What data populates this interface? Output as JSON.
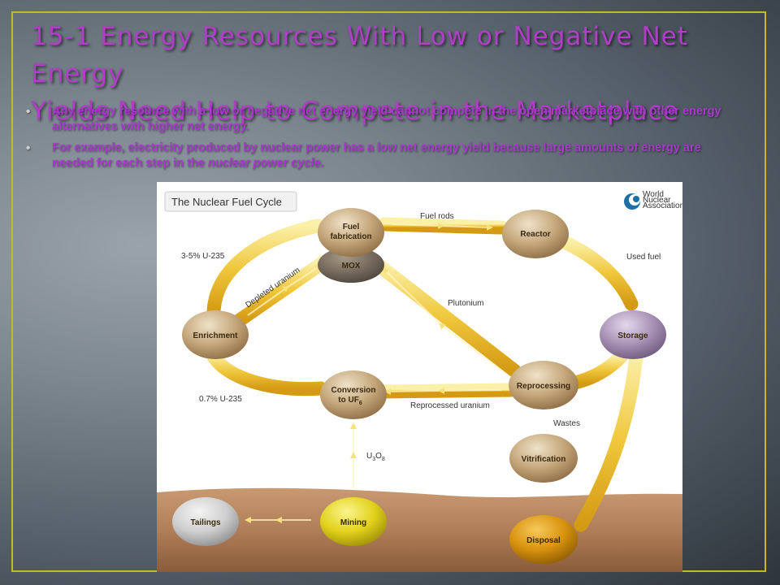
{
  "slide": {
    "title_line1": "15-1 Energy Resources With Low or Negative Net Energy",
    "title_line2": "Yields Need Help to Compete in the Marketplace",
    "bullet1": "Any energy resource with a low or negative net energy yield cannot compete in the open marketplace with other energy alternatives with higher net energy.",
    "bullet2_start": "For example, electricity produced by nuclear power has a low net energy yield because large amounts of energy are needed for each step in the ",
    "bullet2_italic": "nuclear power cycle",
    "bullet2_end": ".",
    "bullet_glyph": "•"
  },
  "diagram": {
    "title": "The Nuclear Fuel Cycle",
    "logo_text": [
      "World",
      "Nuclear",
      "Association"
    ],
    "nodes": {
      "fabrication": [
        "Fuel",
        "fabrication"
      ],
      "mox": "MOX",
      "reactor": "Reactor",
      "storage": "Storage",
      "enrichment": "Enrichment",
      "conversion": [
        "Conversion",
        "to UF"
      ],
      "conversion_sub": "6",
      "reprocessing": "Reprocessing",
      "vitrification": "Vitrification",
      "mining": "Mining",
      "tailings": "Tailings",
      "disposal": "Disposal"
    },
    "labels": {
      "fuel_rods": "Fuel rods",
      "used_fuel": "Used fuel",
      "u235_high": "3-5% U-235",
      "depleted": "Depleted uranium",
      "plutonium": "Plutonium",
      "u235_low": "0.7% U-235",
      "reprocessed": "Reprocessed uranium",
      "wastes": "Wastes",
      "u3o8_main": "U",
      "u3o8_sub1": "3",
      "u3o8_mid": "O",
      "u3o8_sub2": "8"
    },
    "colors": {
      "arrow_light": "#f8ea9a",
      "arrow_dark": "#d9a21a",
      "node_tan": "#b89a6e",
      "node_mox": "#6e6358",
      "node_storage": "#a48fb0",
      "node_mining": "#e2d31c",
      "node_tailings": "#cfcfcf",
      "node_disposal": "#d8920e",
      "ground": "#c2906a"
    }
  }
}
